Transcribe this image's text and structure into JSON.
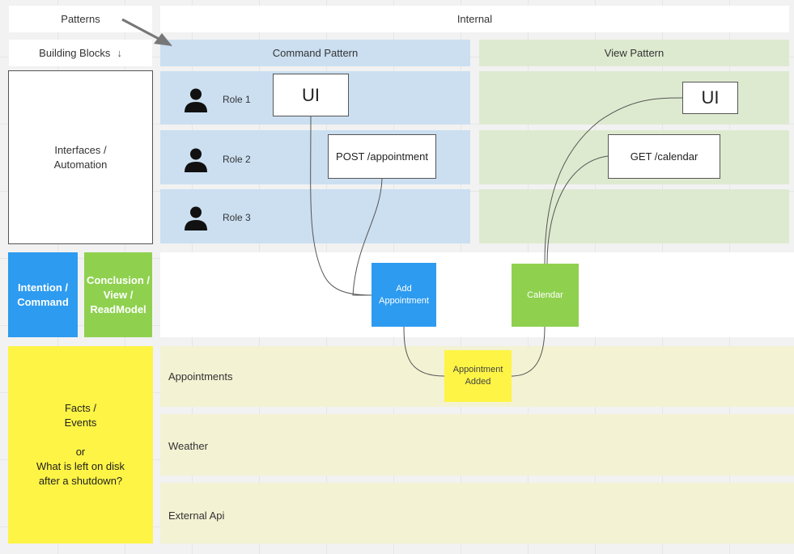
{
  "header": {
    "patterns": "Patterns",
    "internal": "Internal",
    "building_blocks": "Building Blocks",
    "building_blocks_arrow": "↓"
  },
  "columns": {
    "command_pattern": "Command Pattern",
    "view_pattern": "View Pattern"
  },
  "left_blocks": {
    "interfaces": "Interfaces /\nAutomation",
    "intention": "Intention /\nCommand",
    "conclusion": "Conclusion /\nView /\nReadModel",
    "facts": "Facts /\nEvents\n\nor\nWhat is left on disk\nafter a shutdown?"
  },
  "roles": [
    "Role 1",
    "Role 2",
    "Role 3"
  ],
  "cards": {
    "ui_command": "UI",
    "post_appointment": "POST /appointment",
    "ui_view": "UI",
    "get_calendar": "GET /calendar"
  },
  "stickies": {
    "add_appointment": "Add\nAppointment",
    "calendar": "Calendar",
    "appointment_added": "Appointment\nAdded"
  },
  "event_lanes": [
    "Appointments",
    "Weather",
    "External Api"
  ],
  "colors": {
    "command_blue": "#2d9bf0",
    "view_green": "#8fd14f",
    "event_yellow": "#fef445",
    "command_lane": "#cbdff1",
    "view_lane": "#deead0",
    "event_lane": "#f3f2d3"
  },
  "icons": [
    "person-icon",
    "arrow-icon",
    "down-arrow-icon"
  ]
}
